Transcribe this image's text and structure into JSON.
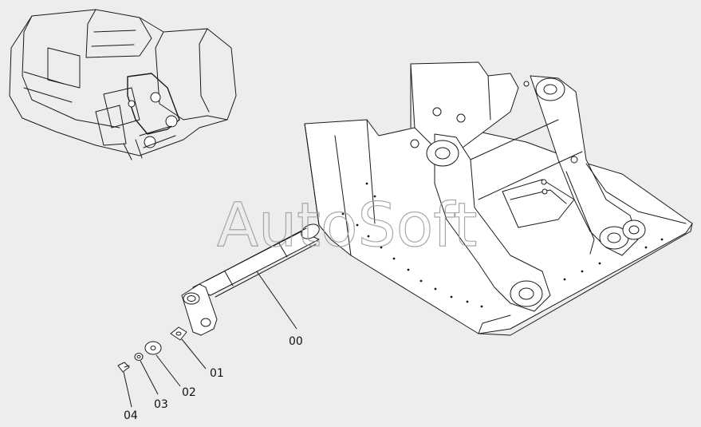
{
  "watermark": "AutoSoft",
  "callouts": {
    "c00": "00",
    "c01": "01",
    "c02": "02",
    "c03": "03",
    "c04": "04"
  },
  "colors": {
    "background": "#ededed",
    "line": "#1a1a1a",
    "watermark": "#9a9a9a"
  }
}
